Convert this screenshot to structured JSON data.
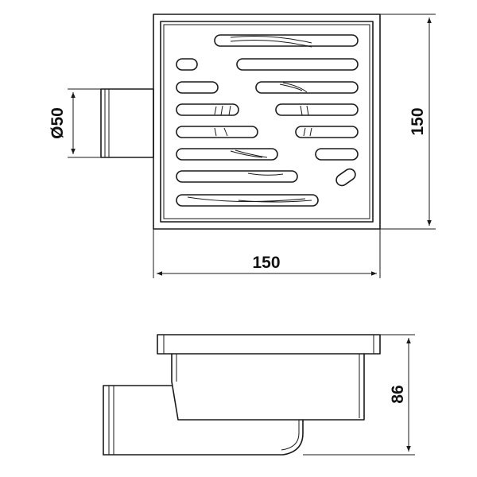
{
  "dimensions": {
    "top_view": {
      "outlet_diameter": "Ø50",
      "width": "150",
      "height": "150"
    },
    "side_view": {
      "height": "86"
    }
  },
  "colors": {
    "line": "#1a1a1a",
    "text": "#111111",
    "background": "#ffffff"
  }
}
